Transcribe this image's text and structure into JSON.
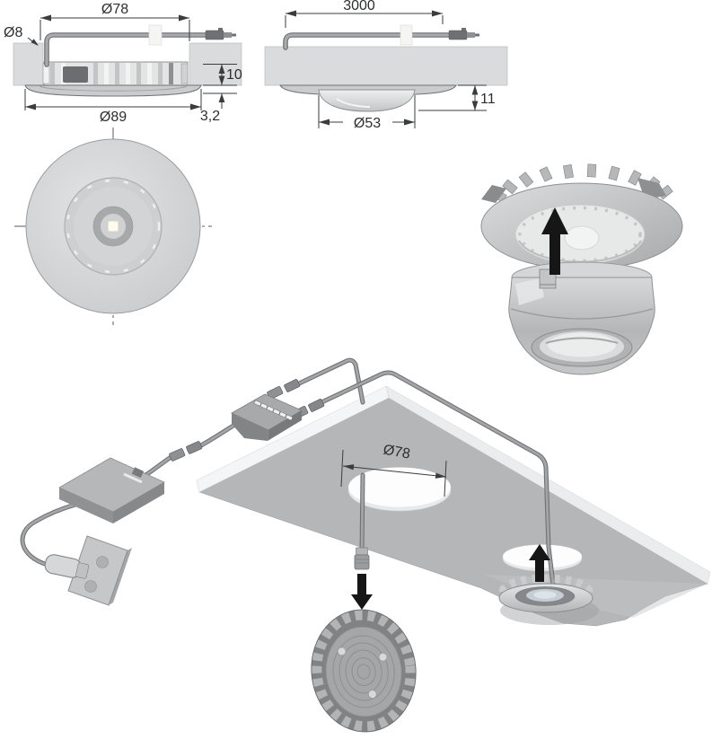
{
  "dimensions": {
    "recessed_view": {
      "bore_diameter": "Ø78",
      "cable_diameter": "Ø8",
      "recess_depth": "10",
      "flange_diameter": "Ø89",
      "flange_height": "3,2"
    },
    "surface_view": {
      "cable_length": "3000",
      "mounted_height": "11",
      "lens_diameter": "Ø53"
    },
    "mounting_panel": {
      "cutout_diameter": "Ø78"
    }
  },
  "colors": {
    "background": "#ffffff",
    "ceiling_gray": "#d9dadb",
    "panel_underside": "#b4b6b8",
    "panel_edge": "#f3f4f5",
    "metal_light": "#d5d7d8",
    "metal_mid": "#a8aaac",
    "metal_dark": "#7f8183",
    "outline": "#55575a",
    "dimension_line": "#3a3c3e",
    "arrow_black": "#161616",
    "led_warm_white": "#fbf8e3"
  }
}
